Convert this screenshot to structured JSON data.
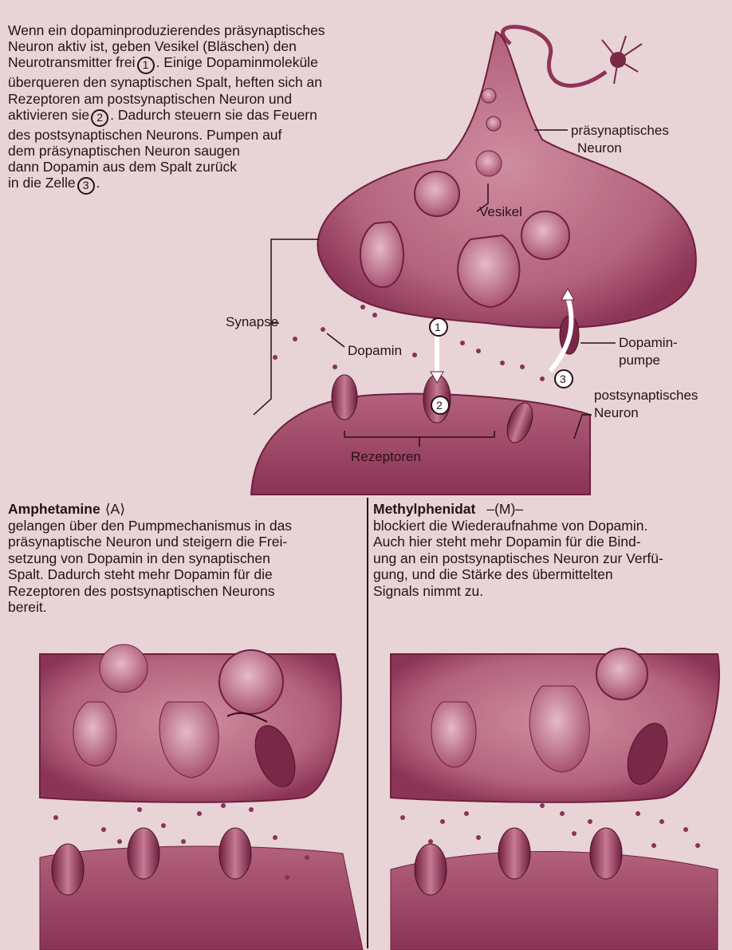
{
  "colors": {
    "background": "#e8d3d7",
    "tissue": "#b86a82",
    "tissue_dark": "#7a2848",
    "ink": "#2a0f18"
  },
  "intro": {
    "lines": [
      "Wenn ein dopaminproduzierendes präsynaptisches",
      "Neuron aktiv ist, geben Vesikel (Bläschen) den",
      "Neurotransmitter frei",
      ". Einige Dopaminmoleküle",
      "überqueren den synaptischen Spalt, heften sich an",
      "Rezeptoren am postsynaptischen Neuron und",
      "aktivieren sie",
      ". Dadurch steuern sie das Feuern",
      "des postsynaptischen Neurons. Pumpen auf",
      "dem präsynaptischen Neuron saugen",
      "dann Dopamin aus dem Spalt zurück",
      "in die Zelle"
    ],
    "markers": [
      "1",
      "2",
      "3"
    ]
  },
  "diagram": {
    "labels": {
      "presynaptic": [
        "präsynaptisches",
        "Neuron"
      ],
      "vesicle": "Vesikel",
      "synapse": "Synapse",
      "dopamine": "Dopamin",
      "pump": [
        "Dopamin-",
        "pumpe"
      ],
      "postsynaptic": [
        "postsynaptisches",
        "Neuron"
      ],
      "receptors": "Rezeptoren"
    },
    "steps": [
      "1",
      "2",
      "3"
    ]
  },
  "amphetamine": {
    "title": "Amphetamine",
    "symbol": "A",
    "lines": [
      "gelangen über den Pumpmechanismus in das",
      "präsynaptische Neuron und steigern die Frei-",
      "setzung von Dopamin in den synaptischen",
      "Spalt. Dadurch steht mehr Dopamin für die",
      "Rezeptoren des postsynaptischen Neurons",
      "bereit."
    ]
  },
  "methylphenidate": {
    "title": "Methylphenidat",
    "symbol": "M",
    "lines": [
      "blockiert die Wiederaufnahme von Dopamin.",
      "Auch hier steht mehr Dopamin für die Bind-",
      "ung an ein postsynaptisches Neuron zur Verfü-",
      "gung, und die Stärke des übermittelten",
      "Signals nimmt zu."
    ]
  }
}
